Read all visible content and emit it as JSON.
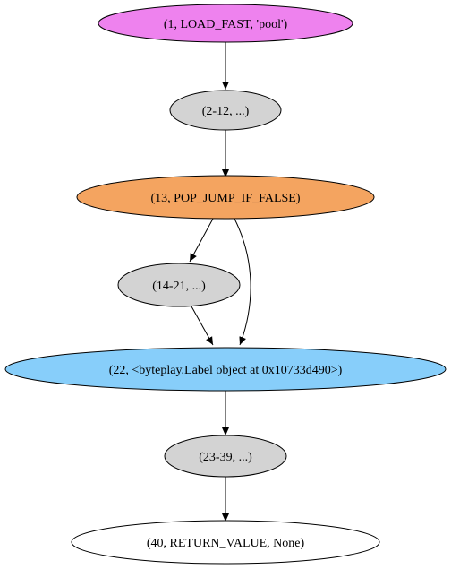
{
  "nodes": [
    {
      "id": "n1",
      "label": "(1, LOAD_FAST, 'pool')",
      "fill": "#ee82ee"
    },
    {
      "id": "n2",
      "label": "(2-12, ...)",
      "fill": "#d3d3d3"
    },
    {
      "id": "n3",
      "label": "(13, POP_JUMP_IF_FALSE)",
      "fill": "#f4a460"
    },
    {
      "id": "n4",
      "label": "(14-21, ...)",
      "fill": "#d3d3d3"
    },
    {
      "id": "n5",
      "label": "(22, <byteplay.Label object at 0x10733d490>)",
      "fill": "#87cefa"
    },
    {
      "id": "n6",
      "label": "(23-39, ...)",
      "fill": "#d3d3d3"
    },
    {
      "id": "n7",
      "label": "(40, RETURN_VALUE, None)",
      "fill": "#ffffff"
    }
  ],
  "edges": [
    {
      "from": "n1",
      "to": "n2"
    },
    {
      "from": "n2",
      "to": "n3"
    },
    {
      "from": "n3",
      "to": "n4"
    },
    {
      "from": "n3",
      "to": "n5"
    },
    {
      "from": "n4",
      "to": "n5"
    },
    {
      "from": "n5",
      "to": "n6"
    },
    {
      "from": "n6",
      "to": "n7"
    }
  ]
}
